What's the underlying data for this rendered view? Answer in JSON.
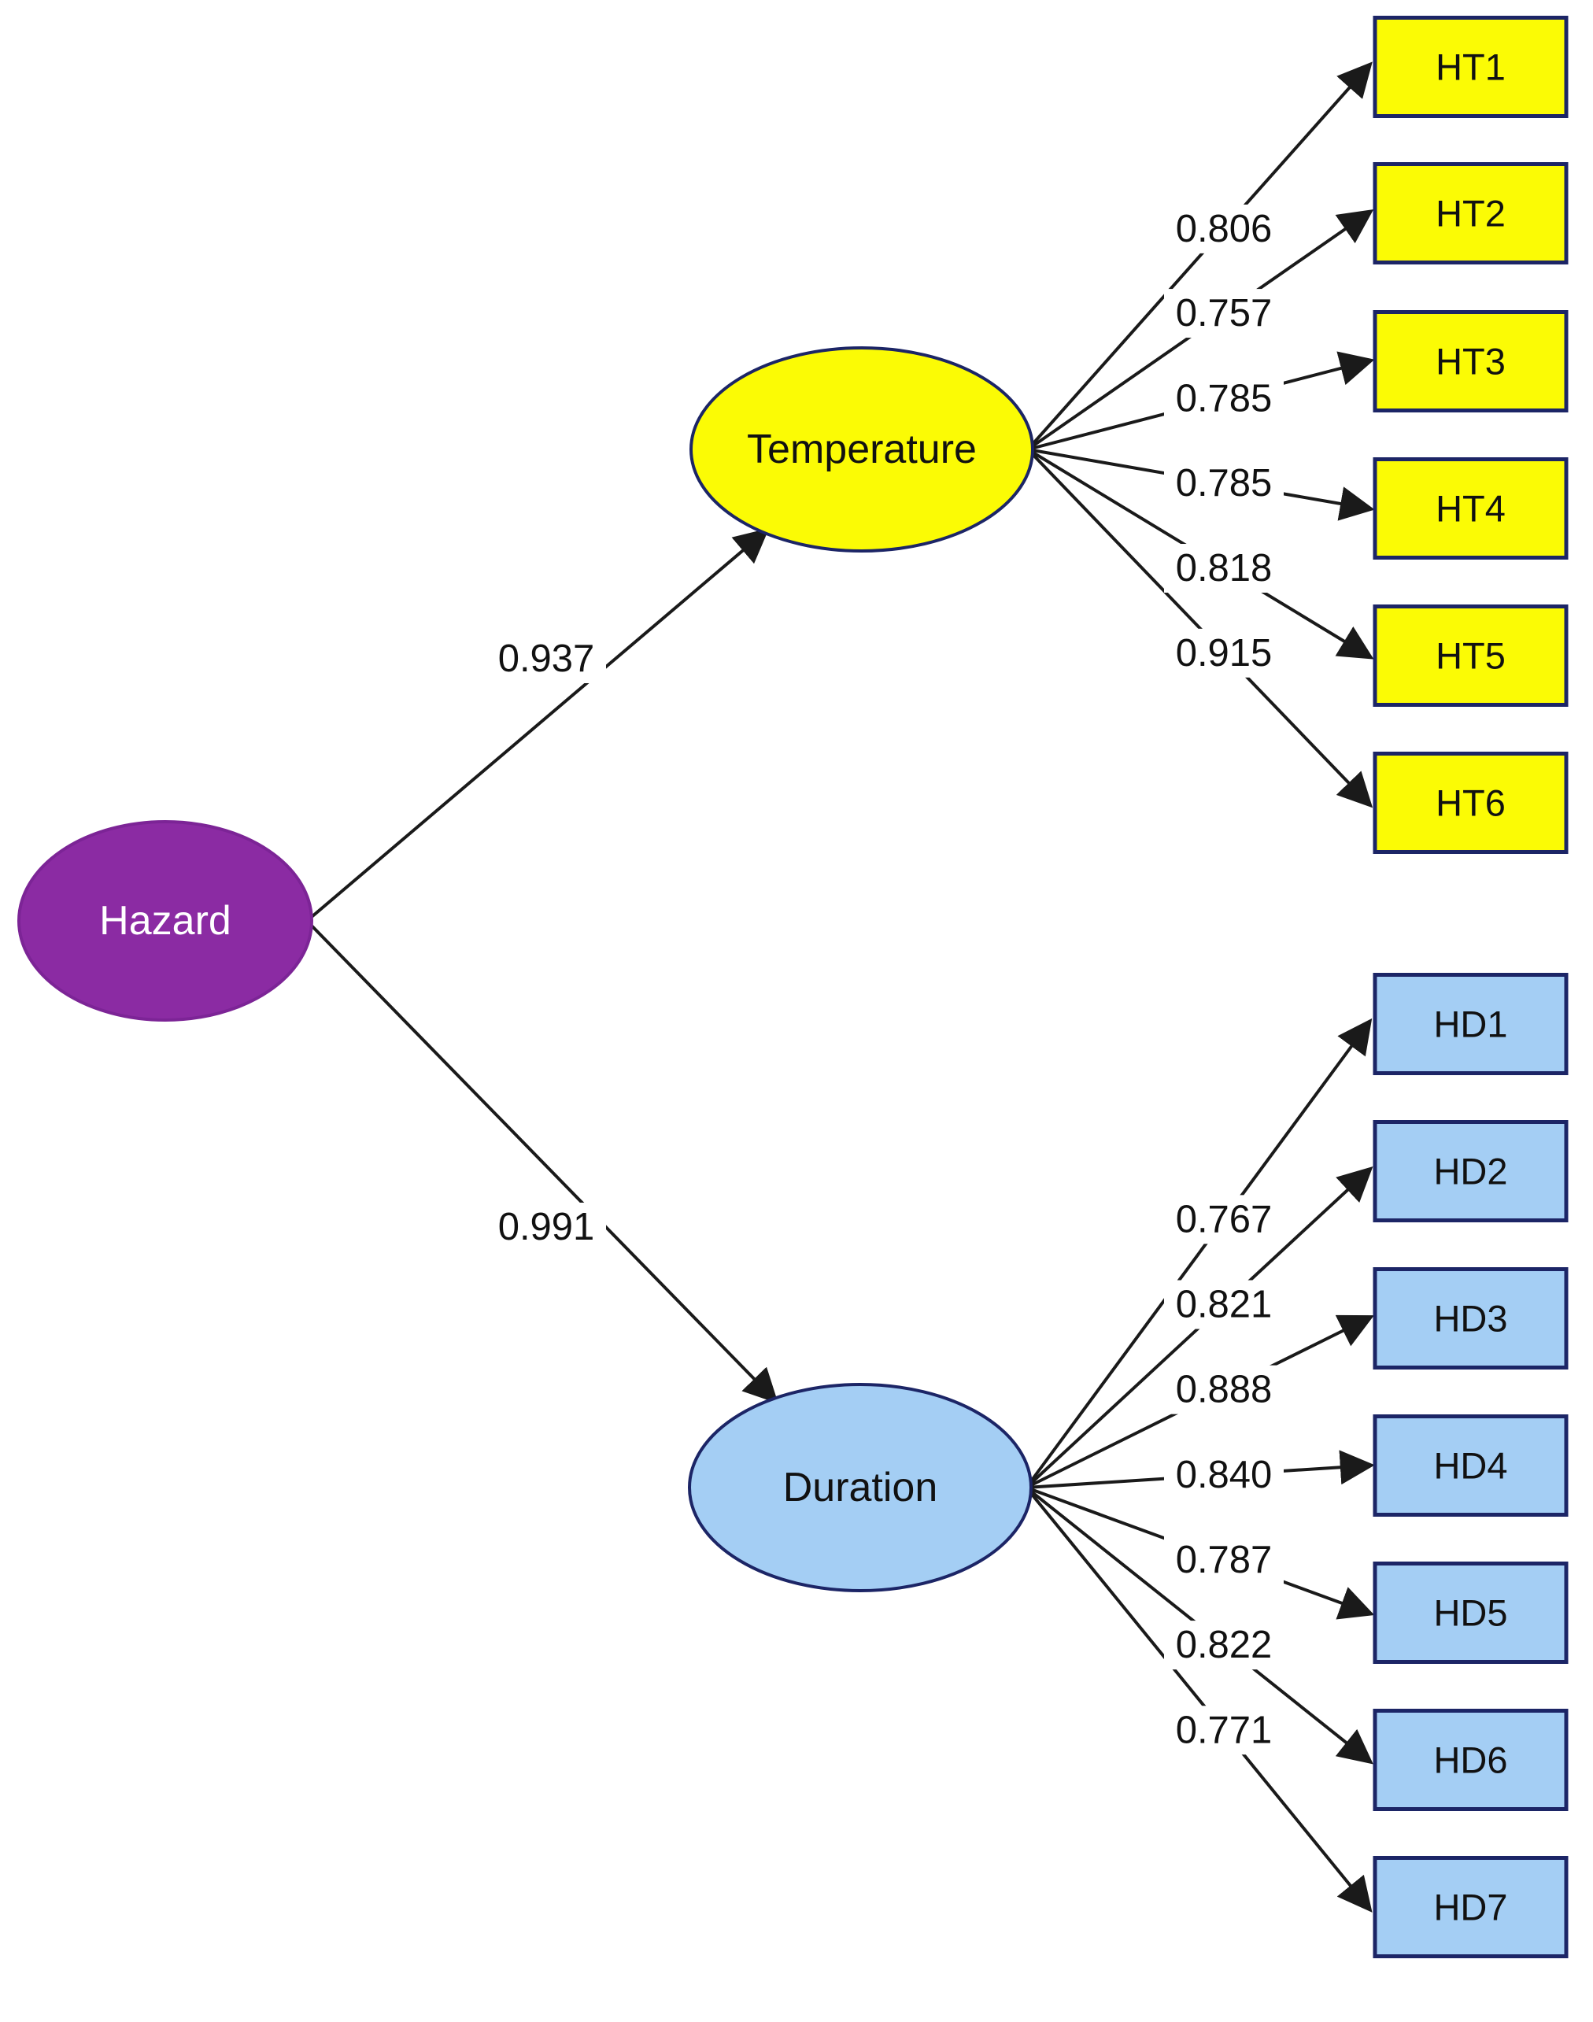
{
  "diagram": {
    "title": "",
    "latent_nodes": [
      {
        "id": "hazard",
        "label": "Hazard",
        "fill": "#8B2BA3",
        "stroke": "#7c2496",
        "text_color": "#ffffff"
      },
      {
        "id": "temperature",
        "label": "Temperature",
        "fill": "#FBFB05",
        "stroke": "#1C2566",
        "text_color": "#111111"
      },
      {
        "id": "duration",
        "label": "Duration",
        "fill": "#A4CEF4",
        "stroke": "#1C2566",
        "text_color": "#111111"
      }
    ],
    "indicator_nodes": [
      {
        "id": "HT1",
        "label": "HT1",
        "fill": "#FBFB05",
        "stroke": "#1C2566"
      },
      {
        "id": "HT2",
        "label": "HT2",
        "fill": "#FBFB05",
        "stroke": "#1C2566"
      },
      {
        "id": "HT3",
        "label": "HT3",
        "fill": "#FBFB05",
        "stroke": "#1C2566"
      },
      {
        "id": "HT4",
        "label": "HT4",
        "fill": "#FBFB05",
        "stroke": "#1C2566"
      },
      {
        "id": "HT5",
        "label": "HT5",
        "fill": "#FBFB05",
        "stroke": "#1C2566"
      },
      {
        "id": "HT6",
        "label": "HT6",
        "fill": "#FBFB05",
        "stroke": "#1C2566"
      },
      {
        "id": "HD1",
        "label": "HD1",
        "fill": "#A4CEF4",
        "stroke": "#1C2566"
      },
      {
        "id": "HD2",
        "label": "HD2",
        "fill": "#A4CEF4",
        "stroke": "#1C2566"
      },
      {
        "id": "HD3",
        "label": "HD3",
        "fill": "#A4CEF4",
        "stroke": "#1C2566"
      },
      {
        "id": "HD4",
        "label": "HD4",
        "fill": "#A4CEF4",
        "stroke": "#1C2566"
      },
      {
        "id": "HD5",
        "label": "HD5",
        "fill": "#A4CEF4",
        "stroke": "#1C2566"
      },
      {
        "id": "HD6",
        "label": "HD6",
        "fill": "#A4CEF4",
        "stroke": "#1C2566"
      },
      {
        "id": "HD7",
        "label": "HD7",
        "fill": "#A4CEF4",
        "stroke": "#1C2566"
      }
    ],
    "edges": [
      {
        "from": "hazard",
        "to": "temperature",
        "value": "0.937"
      },
      {
        "from": "hazard",
        "to": "duration",
        "value": "0.991"
      },
      {
        "from": "temperature",
        "to": "HT1",
        "value": "0.806"
      },
      {
        "from": "temperature",
        "to": "HT2",
        "value": "0.757"
      },
      {
        "from": "temperature",
        "to": "HT3",
        "value": "0.785"
      },
      {
        "from": "temperature",
        "to": "HT4",
        "value": "0.785"
      },
      {
        "from": "temperature",
        "to": "HT5",
        "value": "0.818"
      },
      {
        "from": "temperature",
        "to": "HT6",
        "value": "0.915"
      },
      {
        "from": "duration",
        "to": "HD1",
        "value": "0.767"
      },
      {
        "from": "duration",
        "to": "HD2",
        "value": "0.821"
      },
      {
        "from": "duration",
        "to": "HD3",
        "value": "0.888"
      },
      {
        "from": "duration",
        "to": "HD4",
        "value": "0.840"
      },
      {
        "from": "duration",
        "to": "HD5",
        "value": "0.787"
      },
      {
        "from": "duration",
        "to": "HD6",
        "value": "0.822"
      },
      {
        "from": "duration",
        "to": "HD7",
        "value": "0.771"
      }
    ],
    "colors": {
      "arrow": "#1a1a1a",
      "background": "#ffffff"
    }
  }
}
